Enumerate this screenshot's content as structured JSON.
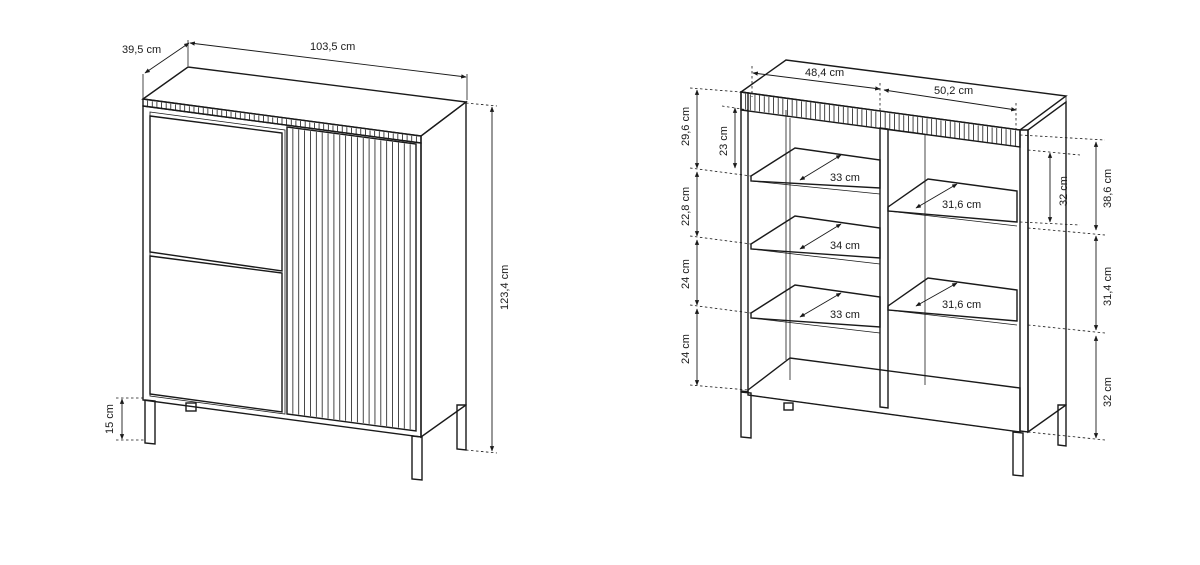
{
  "front_view": {
    "depth": "39,5 cm",
    "width": "103,5 cm",
    "height": "123,4 cm",
    "leg_height": "15 cm"
  },
  "inside_view": {
    "left_width": "48,4 cm",
    "right_width": "50,2 cm",
    "left_col_h1": "29,6 cm",
    "left_col_h1_inner": "23 cm",
    "left_col_h2": "22,8 cm",
    "left_col_h3": "24 cm",
    "left_col_h4": "24 cm",
    "shelf_depth_top_left": "33 cm",
    "shelf_depth_mid_left": "34 cm",
    "shelf_depth_low_left": "33 cm",
    "shelf_depth_top_right": "31,6 cm",
    "shelf_depth_low_right": "31,6 cm",
    "right_col_inner": "32 cm",
    "right_col_h1": "38,6 cm",
    "right_col_h2": "31,4 cm",
    "right_col_h3": "32 cm"
  }
}
